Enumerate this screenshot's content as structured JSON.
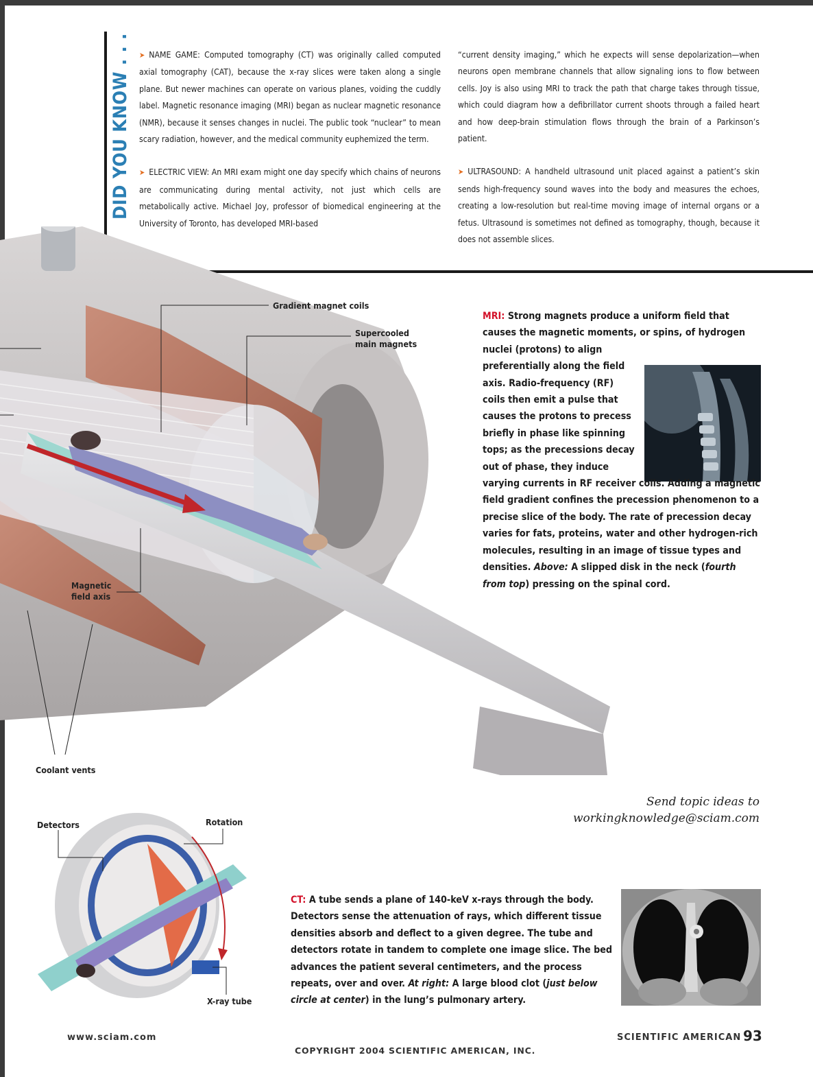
{
  "did_you_know": {
    "heading": "DID YOU KNOW . . .",
    "left_col": [
      "NAME GAME: Computed tomography (CT) was originally called computed axial tomography (CAT), because the x-ray slices were taken along a single plane. But newer machines can operate on various planes, voiding the cuddly label. Magnetic resonance imaging (MRI) began as nuclear magnetic resonance (NMR), because it senses changes in nuclei. The public took “nuclear” to mean scary radiation, however, and the medical community euphemized the term.",
      "ELECTRIC VIEW: An MRI exam might one day specify which chains of neurons are communicating during mental activity, not just which cells are metabolically active. Michael Joy, professor of biomedical engineering at the University of Toronto, has developed MRI-based"
    ],
    "right_col": [
      "“current density imaging,” which he expects will sense depolarization—when neurons open membrane channels that allow signaling ions to flow between cells. Joy is also using MRI to track the path that charge takes through tissue, which could diagram how a defibrillator current shoots through a failed heart and how deep-brain stimulation flows through the brain of a Parkinson’s patient.",
      "ULTRASOUND: A handheld ultrasound unit placed against a patient’s skin sends high-frequency sound waves into the body and measures the echoes, creating a low-resolution but real-time moving image of internal organs or a fetus. Ultrasound is sometimes not defined as tomography, though, because it does not assemble slices."
    ]
  },
  "mri_labels": {
    "gradient": "Gradient magnet coils",
    "supercooled_1": "Supercooled",
    "supercooled_2": "main magnets",
    "field_axis_1": "Magnetic",
    "field_axis_2": "field axis",
    "coolant": "Coolant vents"
  },
  "mri_caption": {
    "lead": "MRI:",
    "body": "Strong magnets produce a uniform field that causes the magnetic moments, or spins, of hydrogen nuclei (protons) to align preferentially along the field axis. Radio-frequency (RF) coils then emit a pulse that causes the protons to precess briefly in phase like spinning tops; as the precessions decay out of phase, they induce varying currents in RF receiver coils. Adding a magnetic field gradient confines the precession phenomenon to a precise slice of the body. The rate of precession decay varies for fats, proteins, water and other hydrogen-rich molecules, resulting in an image of tissue types and densities.",
    "above_label": "Above:",
    "above_text": "A slipped disk in the neck (",
    "above_italic": "fourth from top",
    "above_end": ") pressing on the spinal cord."
  },
  "send_topic": {
    "line1": "Send topic ideas to",
    "line2": "workingknowledge@sciam.com"
  },
  "ct_labels": {
    "detectors": "Detectors",
    "rotation": "Rotation",
    "xray_tube": "X-ray tube"
  },
  "ct_caption": {
    "lead": "CT:",
    "body": "A tube sends a plane of 140-keV x-rays through the body. Detectors sense the attenuation of rays, which different tissue densities absorb and deflect to a given degree. The tube and detectors rotate in tandem to complete one image slice. The bed advances the patient several centimeters, and the process repeats, over and over.",
    "right_label": "At right:",
    "right_text": "A large blood clot (",
    "right_italic": "just below circle at center",
    "right_end": ") in the lung’s pulmonary artery."
  },
  "footer": {
    "url": "www.sciam.com",
    "publication": "SCIENTIFIC AMERICAN",
    "page": "93",
    "copyright": "COPYRIGHT 2004 SCIENTIFIC AMERICAN, INC."
  },
  "colors": {
    "accent_blue": "#2b7fb4",
    "accent_red": "#d3122a",
    "arrow_orange": "#e36d1f"
  }
}
